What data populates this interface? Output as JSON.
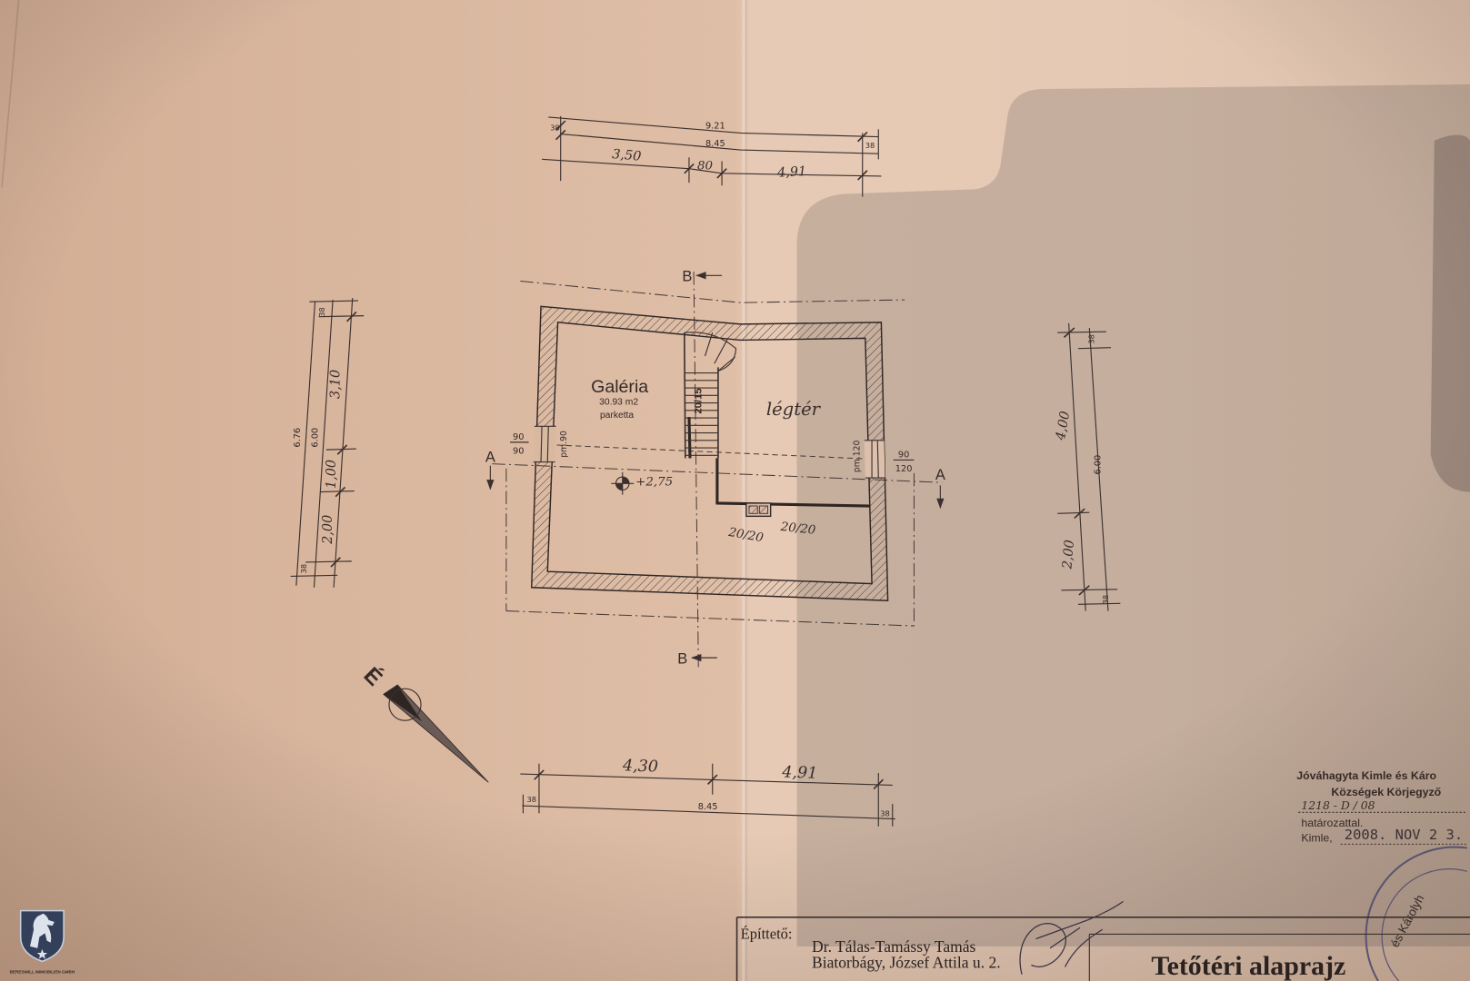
{
  "plan": {
    "top_dimensions": {
      "left_end": "38",
      "overall": "9.21",
      "inner": "8.45",
      "right_end": "38",
      "segment_1": "3,50",
      "segment_2": "80",
      "segment_3": "4,91"
    },
    "left_dimensions": {
      "top_end": "38",
      "upper": "3,10",
      "overall": "6.76",
      "inner": "6.00",
      "middle": "1,00",
      "lower": "2,00",
      "bottom_end": "38"
    },
    "right_dimensions": {
      "top_end": "38",
      "upper": "4,00",
      "inner": "6.00",
      "lower": "2,00",
      "bottom_end": "38"
    },
    "bottom_dimensions": {
      "segment_1": "4,30",
      "segment_2": "4,91",
      "left_end": "38",
      "inner": "8.45",
      "right_end": "38"
    },
    "section_marks": {
      "a_left": "A",
      "a_right": "A",
      "b_top": "B",
      "b_bottom": "B"
    },
    "gallery": {
      "name": "Galéria",
      "area": "30.93 m2",
      "flooring": "parketta"
    },
    "void": {
      "name": "légtér"
    },
    "elevation": "+2,75",
    "left_window": {
      "width": "90",
      "height": "90",
      "sill": "pm.90"
    },
    "right_window": {
      "width": "90",
      "height": "120",
      "sill": "pm.120"
    },
    "stair_label": "20/15",
    "chimney": {
      "label_1": "20/20",
      "label_2": "20/20"
    },
    "north_arrow": {
      "symbol": "É",
      "icon": "north-arrow-icon"
    }
  },
  "approval_stamp": {
    "line_1": "Jóváhagyta Kimle és Káro",
    "line_2": "Községek Körjegyző",
    "reference": "1218 - D / 08",
    "line_3": "határozattal.",
    "place": "Kimle,",
    "date": "2008. NOV 2 3.",
    "seal_text": "és Károlyh"
  },
  "title_block": {
    "client_label": "Építtető:",
    "client_name": "Dr. Tálas-Tamássy Tamás",
    "client_address": "Biatorbágy, József Attila u. 2.",
    "drawing_title": "Tetőtéri alaprajz"
  },
  "watermark_logo": {
    "icon": "horse-shield-logo",
    "text": "BERESWILL IMMOBILIEN GMBH"
  }
}
